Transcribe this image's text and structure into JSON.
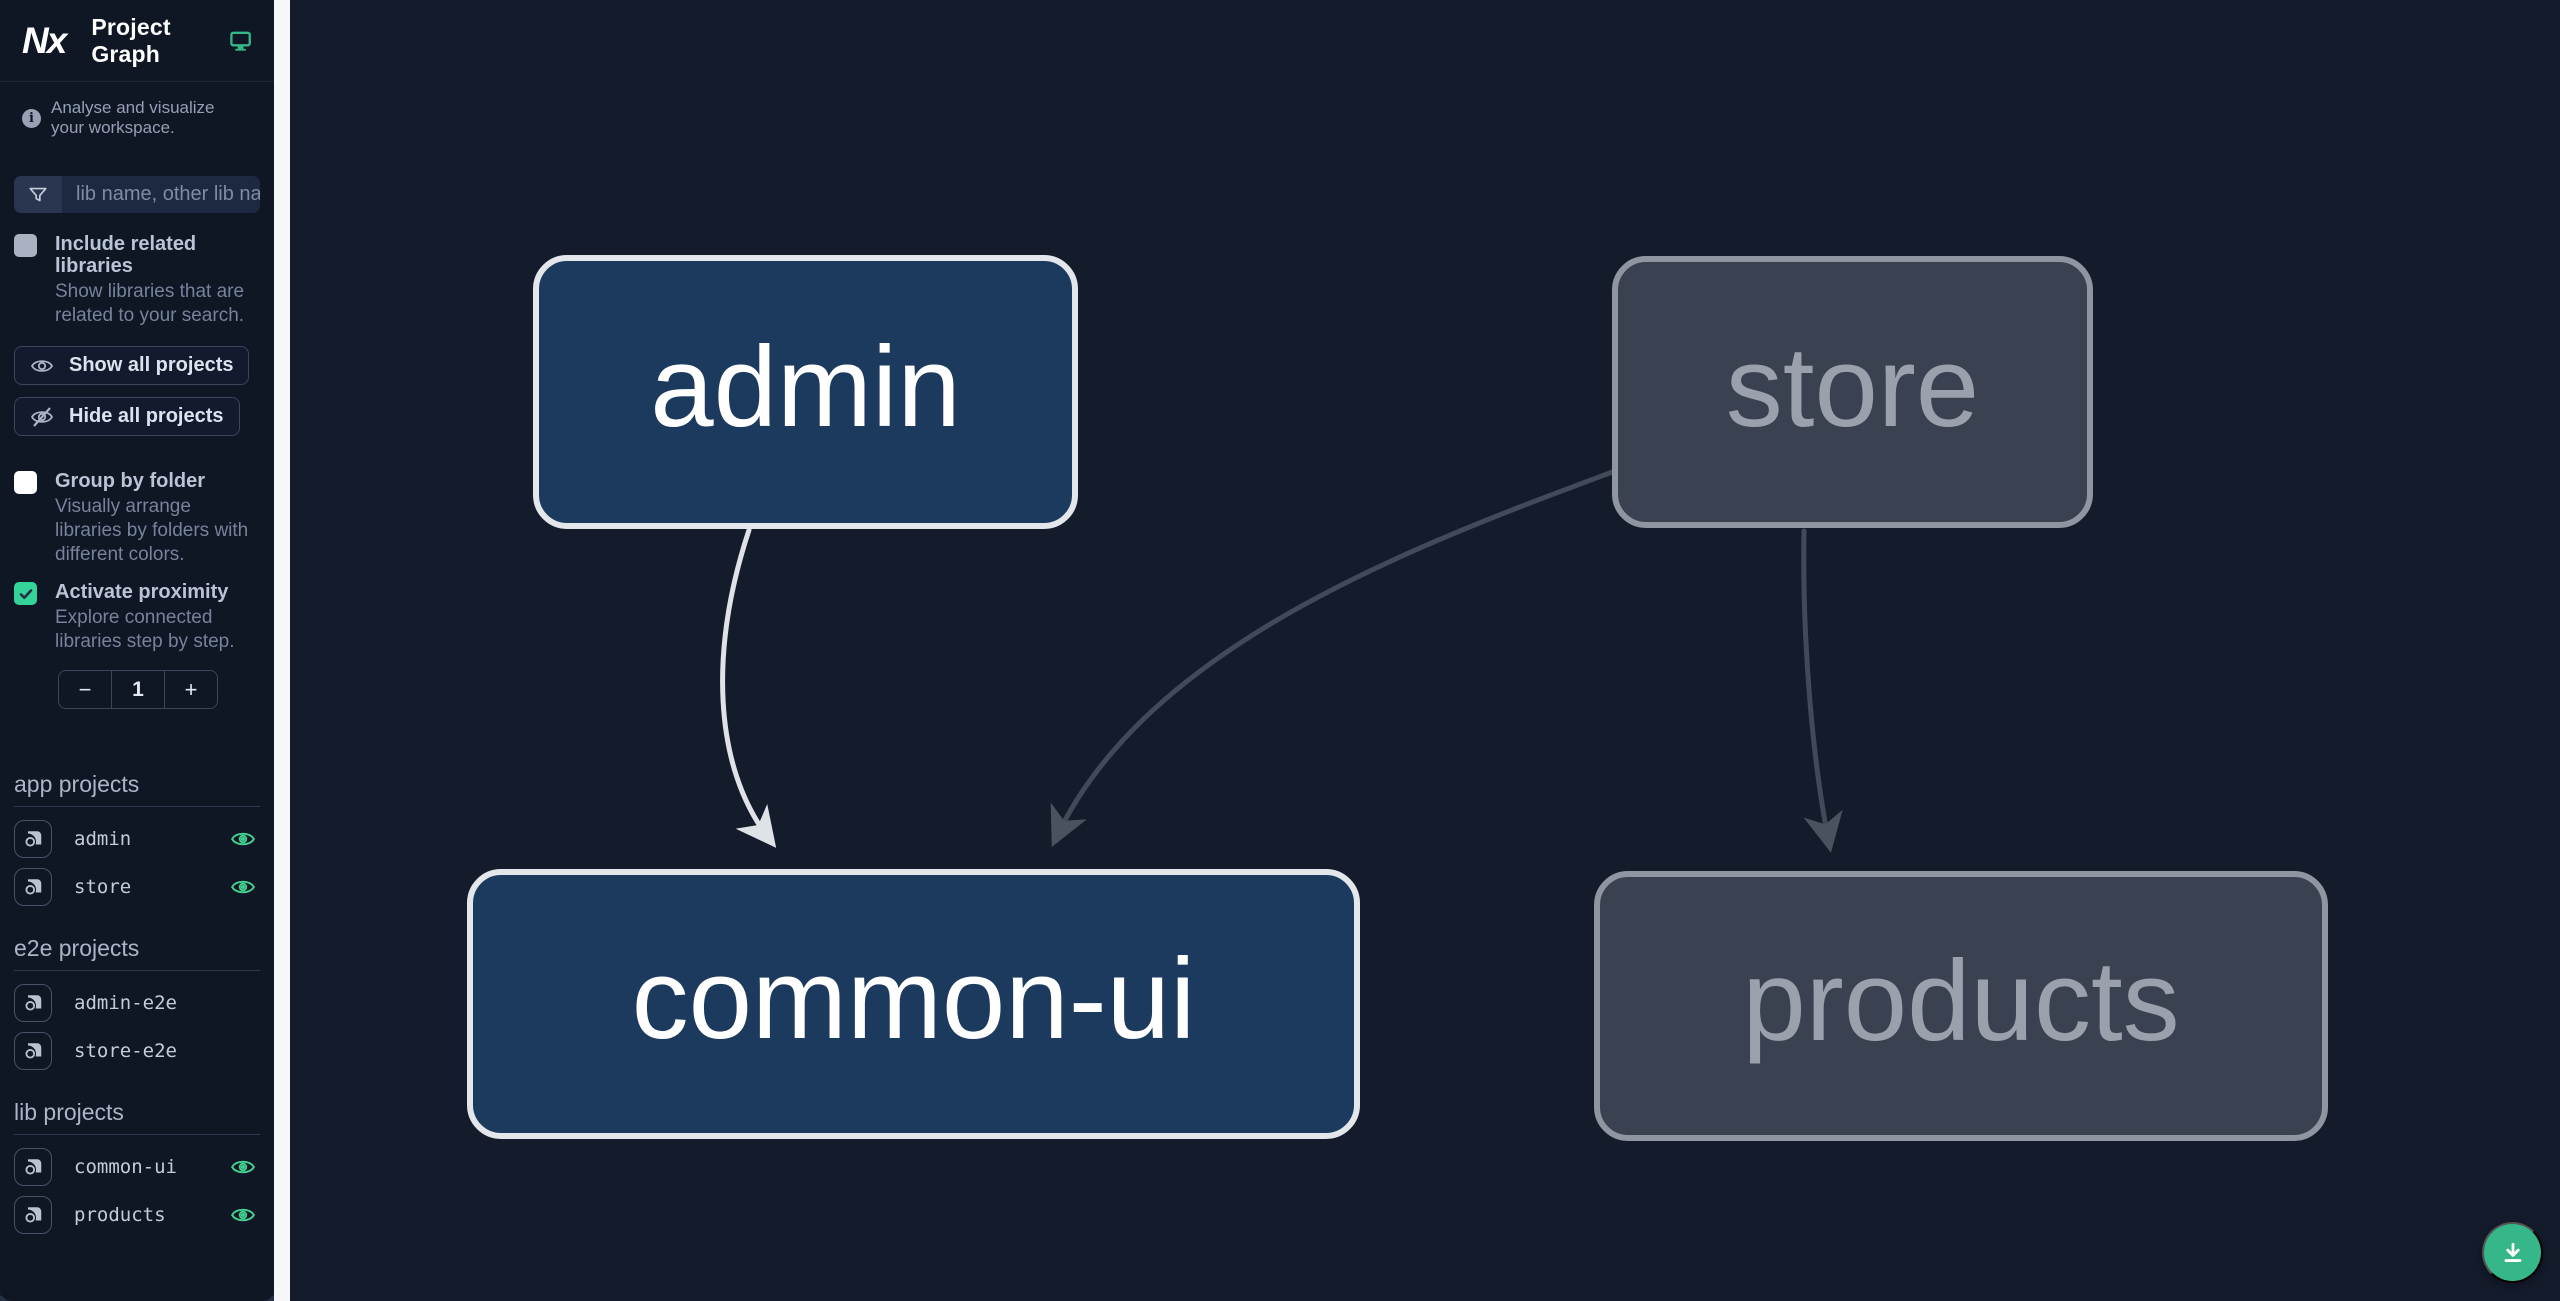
{
  "app": {
    "title": "Project Graph",
    "logo_text": "Nx",
    "tagline": "Analyse and visualize your workspace."
  },
  "sidebar": {
    "filter": {
      "placeholder": "lib name, other lib name"
    },
    "toggles": [
      {
        "label": "Include related libraries",
        "description": "Show libraries that are related to your search.",
        "checked": false
      },
      {
        "label": "Group by folder",
        "description": "Visually arrange libraries by folders with different colors.",
        "checked": false
      },
      {
        "label": "Activate proximity",
        "description": "Explore connected libraries step by step.",
        "checked": true
      }
    ],
    "buttons": {
      "show_all": "Show all projects",
      "hide_all": "Hide all projects"
    },
    "proximity_stepper": {
      "decrement": "−",
      "value": "1",
      "increment": "+"
    },
    "sections": [
      {
        "title": "app projects",
        "items": [
          {
            "name": "admin",
            "visible": true
          },
          {
            "name": "store",
            "visible": true
          }
        ]
      },
      {
        "title": "e2e projects",
        "items": [
          {
            "name": "admin-e2e"
          },
          {
            "name": "store-e2e"
          }
        ]
      },
      {
        "title": "lib projects",
        "items": [
          {
            "name": "common-ui",
            "visible": true
          },
          {
            "name": "products",
            "visible": true
          }
        ]
      }
    ],
    "icons": {
      "logo": "nx-logo",
      "header_action": "monitor-icon",
      "info": "info-icon",
      "filter": "funnel-icon",
      "show_all": "eye-icon",
      "hide_all": "eye-off-icon",
      "project_row": "focus-icon",
      "visibility": "eye-icon"
    }
  },
  "graph": {
    "nodes": [
      {
        "id": "admin",
        "label": "admin",
        "state": "focused"
      },
      {
        "id": "store",
        "label": "store",
        "state": "dimmed"
      },
      {
        "id": "common-ui",
        "label": "common-ui",
        "state": "focused"
      },
      {
        "id": "products",
        "label": "products",
        "state": "dimmed"
      }
    ],
    "edges": [
      {
        "source": "admin",
        "target": "common-ui",
        "emphasis": "light"
      },
      {
        "source": "store",
        "target": "common-ui",
        "emphasis": "dim"
      },
      {
        "source": "store",
        "target": "products",
        "emphasis": "dim"
      }
    ],
    "colors": {
      "focused_fill": "#1c3a5e",
      "focused_border": "#e3e6ea",
      "focused_text": "#ffffff",
      "dimmed_fill": "#3a4150",
      "dimmed_border": "#8f96a1",
      "dimmed_text": "#9aa1ac",
      "edge_light": "#dfe3e8",
      "edge_dim": "#414a59",
      "accent": "#34d399",
      "fab": "#35b789",
      "eye_green": "#42cf8f"
    }
  },
  "fab": {
    "icon": "download-icon"
  }
}
